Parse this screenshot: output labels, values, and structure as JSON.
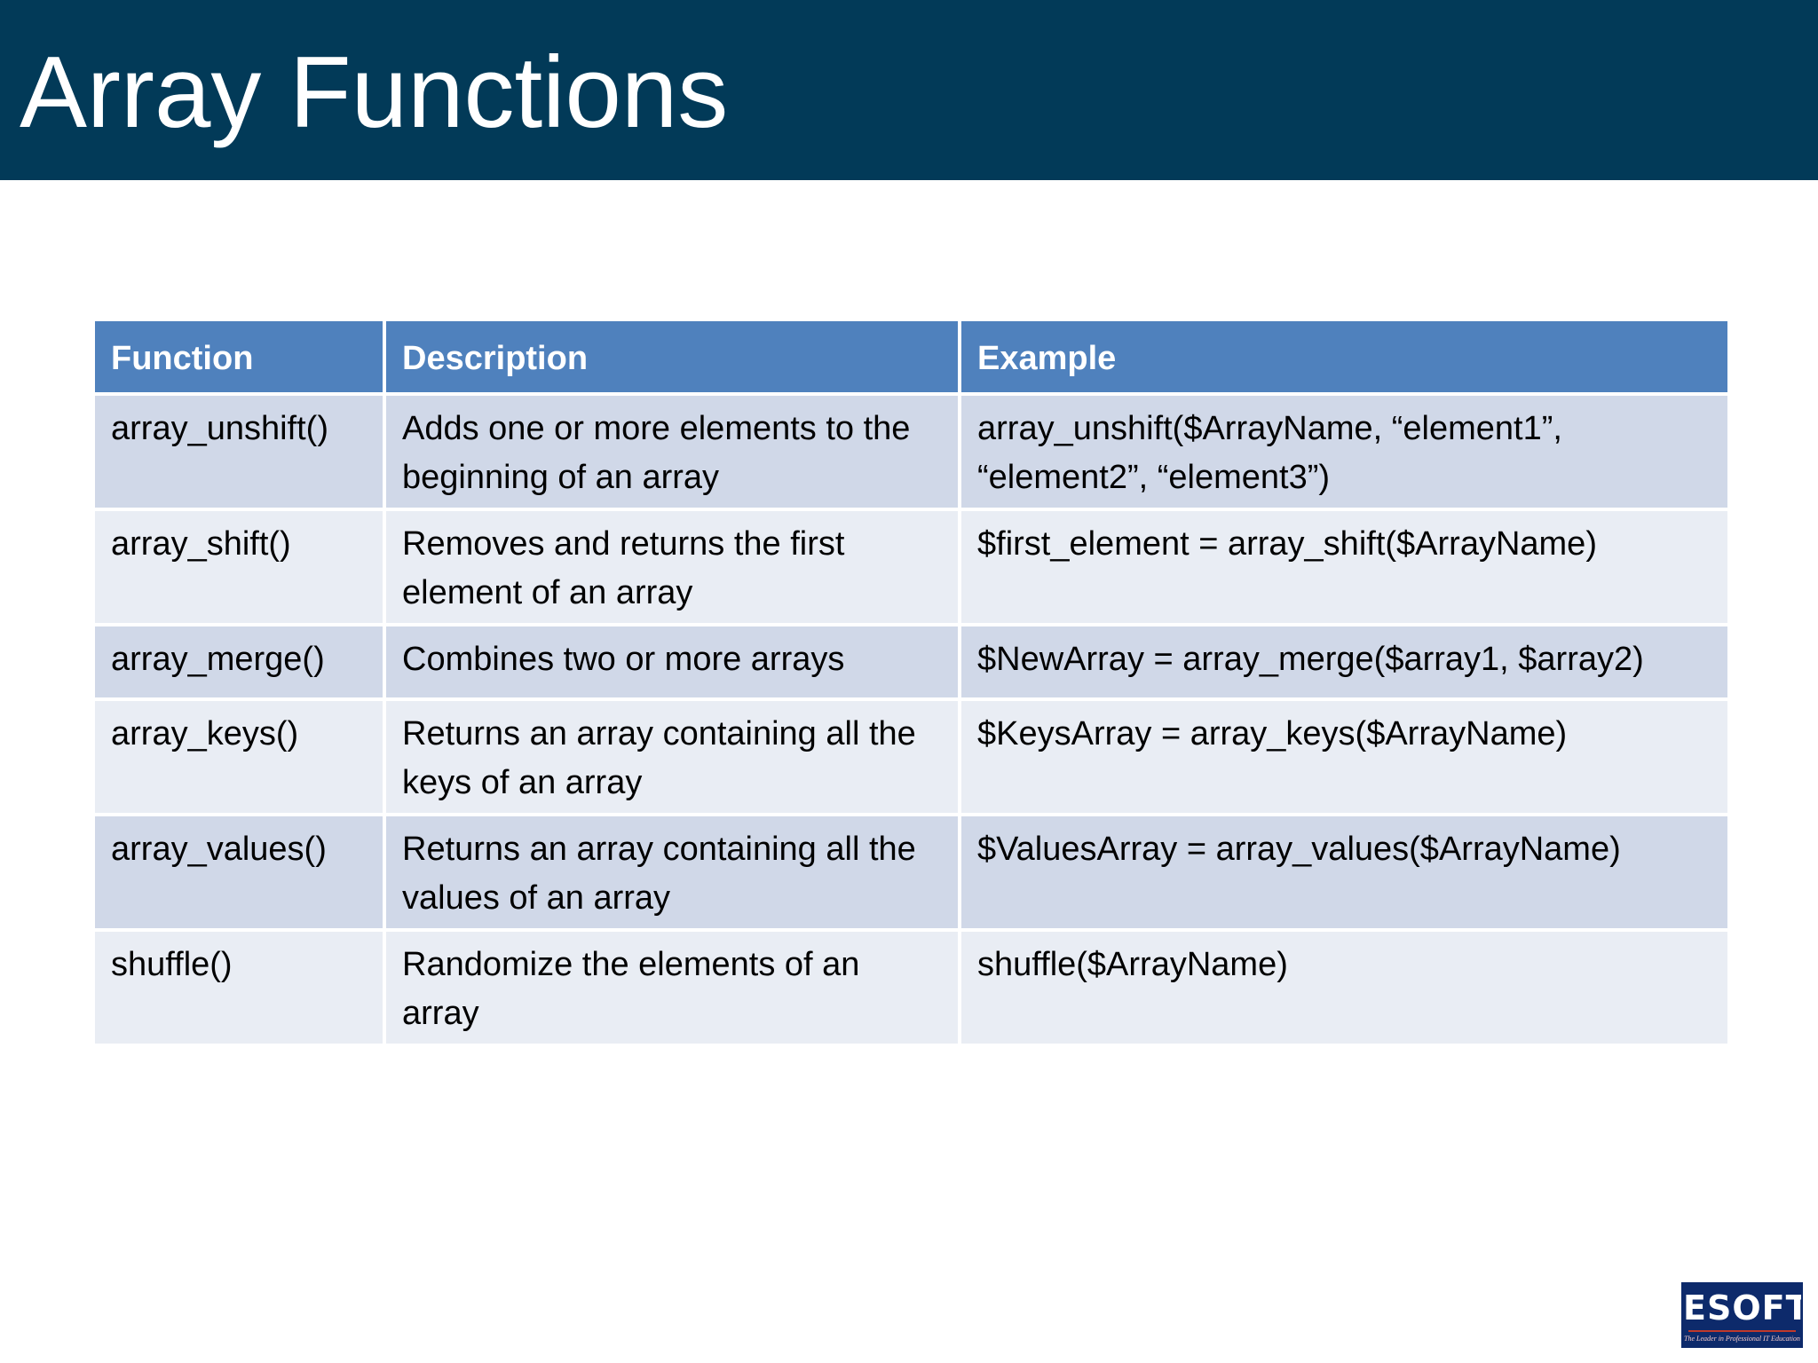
{
  "slide": {
    "title": "Array Functions"
  },
  "table": {
    "headers": {
      "function": "Function",
      "description": "Description",
      "example": "Example"
    },
    "rows": [
      {
        "function": "array_unshift()",
        "description": "Adds one or more elements to the beginning of an array",
        "example": "array_unshift($ArrayName, “element1”, “element2”, “element3”)"
      },
      {
        "function": "array_shift()",
        "description": "Removes and returns the first element of an array",
        "example": "$first_element = array_shift($ArrayName)"
      },
      {
        "function": "array_merge()",
        "description": "Combines two or more arrays",
        "example": "$NewArray = array_merge($array1, $array2)"
      },
      {
        "function": "array_keys()",
        "description": "Returns an array containing all the keys of an array",
        "example": "$KeysArray =  array_keys($ArrayName)"
      },
      {
        "function": "array_values()",
        "description": "Returns an array containing all the values of an array",
        "example": "$ValuesArray =  array_values($ArrayName)"
      },
      {
        "function": "shuffle()",
        "description": "Randomize the elements of an array",
        "example": "shuffle($ArrayName)"
      }
    ]
  },
  "logo": {
    "wordmark": "ESOFT",
    "tagline": "The Leader in Professional IT Education"
  },
  "colors": {
    "title_bar": "#023a58",
    "header_fill": "#4f81bd",
    "row_odd": "#d0d8e8",
    "row_even": "#e9edf4",
    "logo_fill": "#0d2a6b"
  }
}
